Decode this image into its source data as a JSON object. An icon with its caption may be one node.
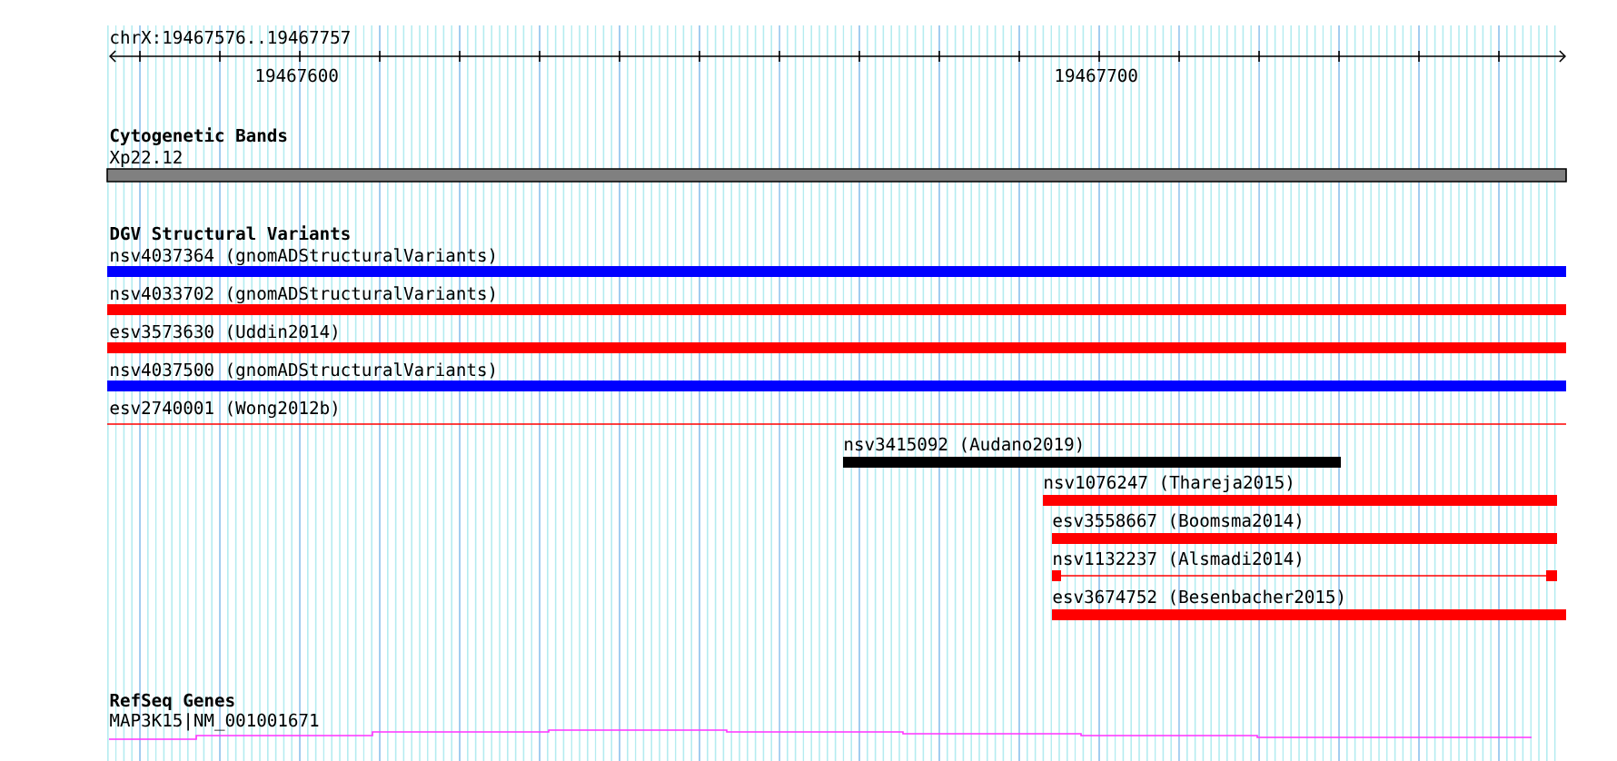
{
  "diagram": {
    "nodes": [
      {
        "text": [
          "Xp22.12"
        ]
      },
      {
        "text": [
          "nsv4037364 (gnomADStructuralVariants)"
        ]
      },
      {
        "text": [
          "nsv4033702 (gnomADStructuralVariants)"
        ]
      },
      {
        "text": [
          "esv3573630 (Uddin2014)"
        ]
      },
      {
        "text": [
          "nsv4037500 (gnomADStructuralVariants)"
        ]
      },
      {
        "text": [
          "esv2740001 (Wong2012b)"
        ]
      },
      {
        "text": [
          "nsv3415092 (Audano2019)"
        ]
      },
      {
        "text": [
          "nsv1076247 (Thareja2015)"
        ]
      },
      {
        "text": [
          "esv3558667 (Boomsma2014)"
        ]
      },
      {
        "text": [
          "nsv1132237 (Alsmadi2014)"
        ]
      },
      {
        "text": [
          "esv3674752 (Besenbacher2015)"
        ]
      },
      {
        "text": [
          "MAP3K15|NM_001001671"
        ]
      }
    ],
    "labels": [
      "chrX:19467576..19467757",
      "19467600",
      "19467700",
      "Cytogenetic Bands",
      "DGV Structural Variants",
      "RefSeq Genes"
    ]
  }
}
